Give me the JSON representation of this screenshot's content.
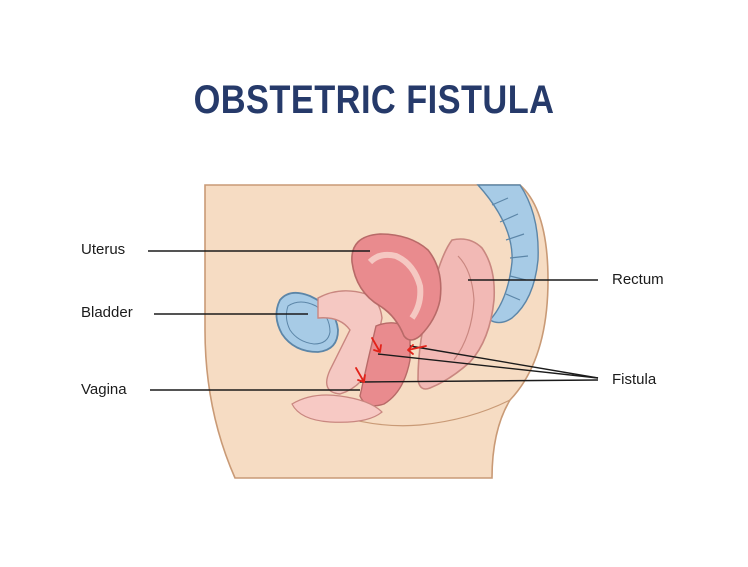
{
  "title": "OBSTETRIC FISTULA",
  "labels": {
    "uterus": "Uterus",
    "bladder": "Bladder",
    "vagina": "Vagina",
    "rectum": "Rectum",
    "fistula": "Fistula"
  },
  "colors": {
    "title": "#263a6a",
    "skin": "#f6dcc3",
    "outline": "#c99a76",
    "organ_pink": "#f2b9b5",
    "organ_dark": "#e98b8e",
    "spine_blue": "#a7cbe6",
    "arrow_red": "#e2231a"
  }
}
